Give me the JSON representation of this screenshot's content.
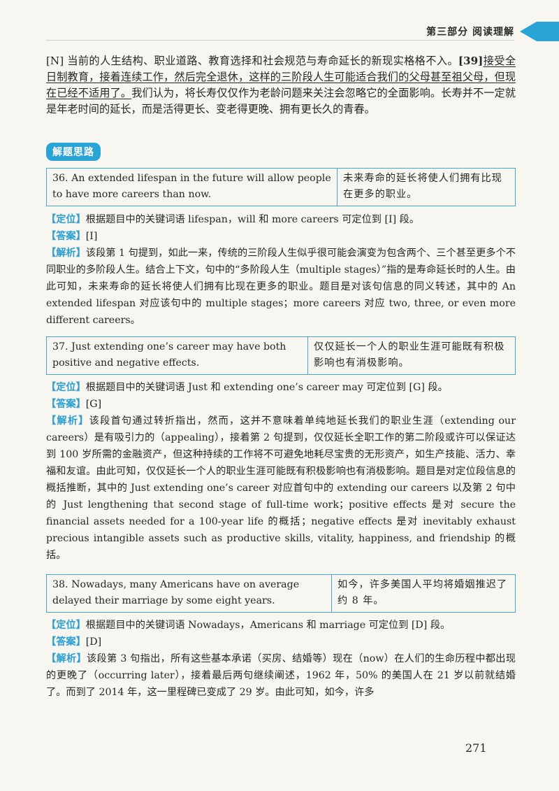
{
  "header": {
    "title": "第三部分  阅读理解"
  },
  "passage_n": {
    "label": "[N]",
    "text1": " 当前的人生结构、职业道路、教育选择和社会规范与寿命延长的新现实格格不入。",
    "ref": "[39]",
    "underlined": "接受全日制教育，接着连续工作，然后完全退休，这样的三阶段人生可能适合我们的父母甚至祖父母，但现在已经不适用了。",
    "text2": "我们认为，将长寿仅仅作为老龄问题来关注会忽略它的全面影响。长寿并不一定就是年老时间的延长，而是活得更长、变老得更晚、拥有更长久的青春。"
  },
  "badge": "解题思路",
  "q36": {
    "en": "36. An extended lifespan in the future will allow people to have more careers than now.",
    "cn": "未来寿命的延长将使人们拥有比现在更多的职业。",
    "locate_tag": "【定位】",
    "locate": "根据题目中的关键词语 lifespan，will 和 more careers 可定位到 [I] 段。",
    "answer_tag": "【答案】",
    "answer": "[I]",
    "analysis_tag": "【解析】",
    "analysis": "该段第 1 句提到，如此一来，传统的三阶段人生似乎很可能会演变为包含两个、三个甚至更多个不同职业的多阶段人生。结合上下文，句中的“多阶段人生（multiple stages）”指的是寿命延长时的人生。由此可知，未来寿命的延长将使人们拥有比现在更多的职业。题目是对该句信息的同义转述，其中的 An extended lifespan 对应该句中的 multiple stages；more careers 对应 two, three, or even more different careers。"
  },
  "q37": {
    "en": "37. Just extending one’s career may have both positive and negative effects.",
    "cn": "仅仅延长一个人的职业生涯可能既有积极影响也有消极影响。",
    "locate_tag": "【定位】",
    "locate": "根据题目中的关键词语 Just 和 extending one’s career may 可定位到 [G] 段。",
    "answer_tag": "【答案】",
    "answer": "[G]",
    "analysis_tag": "【解析】",
    "analysis": "该段首句通过转折指出，然而，这并不意味着单纯地延长我们的职业生涯（extending our careers）是有吸引力的（appealing），接着第 2 句提到，仅仅延长全职工作的第二阶段或许可以保证达到 100 岁所需的金融资产，但这种持续的工作将不可避免地耗尽宝贵的无形资产，如生产技能、活力、幸福和友谊。由此可知，仅仅延长一个人的职业生涯可能既有积极影响也有消极影响。题目是对定位段信息的概括推断，其中的 Just extending one’s career 对应首句中的 extending our careers 以及第 2 句中的 Just lengthening that second stage of full-time work；positive effects 是对 secure the financial assets needed for a 100-year life 的概括；negative effects 是对 inevitably exhaust precious intangible assets such as productive skills, vitality, happiness, and friendship 的概括。"
  },
  "q38": {
    "en": "38. Nowadays, many Americans have on average delayed their marriage by some eight years.",
    "cn": "如今，许多美国人平均将婚姻推迟了约 8 年。",
    "locate_tag": "【定位】",
    "locate": "根据题目中的关键词语 Nowadays，Americans 和 marriage 可定位到 [D] 段。",
    "answer_tag": "【答案】",
    "answer": "[D]",
    "analysis_tag": "【解析】",
    "analysis": "该段第 3 句指出，所有这些基本承诺（买房、结婚等）现在（now）在人们的生命历程中都出现的更晚了（occurring later），接着最后两句继续阐述，1962 年，50% 的美国人在 21 岁以前就结婚了。而到了 2014 年，这一里程碑已变成了 29 岁。由此可知，如今，许多"
  },
  "page_number": "271"
}
